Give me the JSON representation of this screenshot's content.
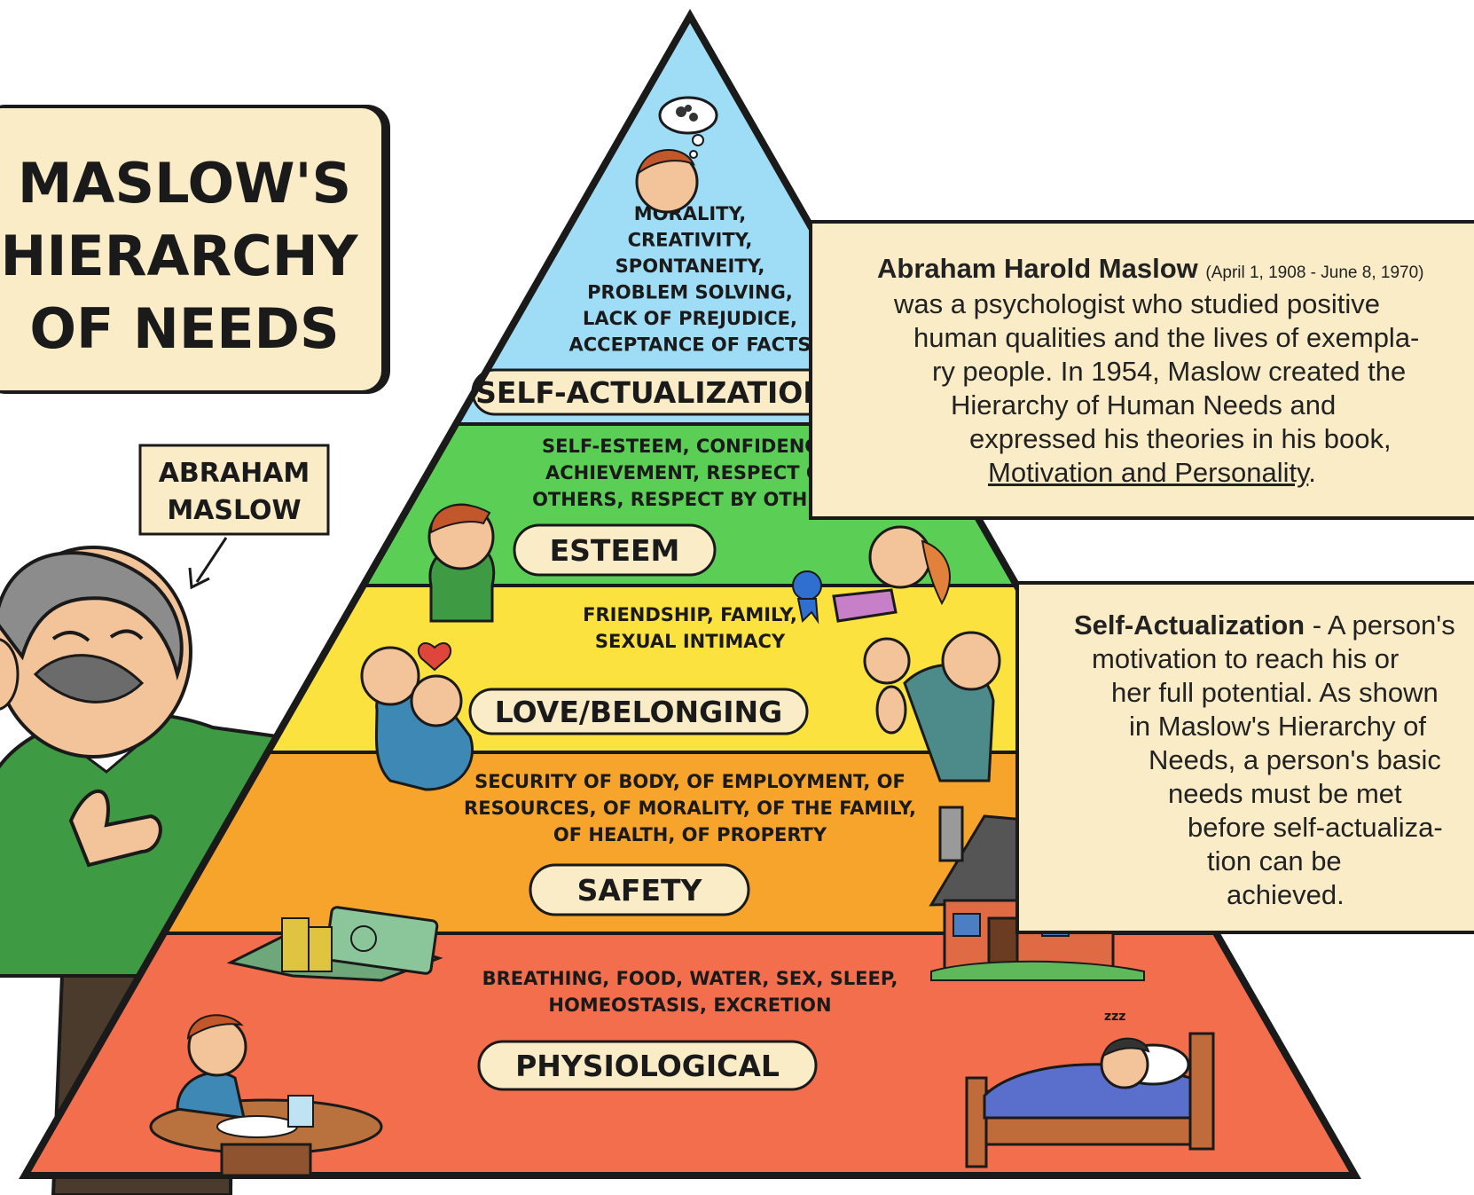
{
  "title": {
    "line1": "MASLOW'S",
    "line2": "HIERARCHY",
    "line3": "OF NEEDS"
  },
  "maslow_label": {
    "line1": "ABRAHAM",
    "line2": "MASLOW"
  },
  "levels": [
    {
      "name": "SELF-ACTUALIZATION",
      "color": "#9fdcf5",
      "needs": [
        "MORALITY,",
        "CREATIVITY,",
        "SPONTANEITY,",
        "PROBLEM SOLVING,",
        "LACK OF PREJUDICE,",
        "ACCEPTANCE OF FACTS"
      ]
    },
    {
      "name": "ESTEEM",
      "color": "#5bcf55",
      "needs": [
        "SELF-ESTEEM, CONFIDENCE,",
        "ACHIEVEMENT, RESPECT OF",
        "OTHERS, RESPECT BY OTHERS"
      ]
    },
    {
      "name": "LOVE/BELONGING",
      "color": "#fbe23e",
      "needs": [
        "FRIENDSHIP, FAMILY,",
        "SEXUAL INTIMACY"
      ]
    },
    {
      "name": "SAFETY",
      "color": "#f6a42c",
      "needs": [
        "SECURITY OF BODY, OF EMPLOYMENT, OF",
        "RESOURCES, OF MORALITY, OF THE FAMILY,",
        "OF HEALTH, OF PROPERTY"
      ]
    },
    {
      "name": "PHYSIOLOGICAL",
      "color": "#f26e4c",
      "needs": [
        "BREATHING, FOOD, WATER, SEX, SLEEP,",
        "HOMEOSTASIS, EXCRETION"
      ]
    }
  ],
  "bio": {
    "name": "Abraham Harold Maslow",
    "dates": "(April 1, 1908 - June 8, 1970)",
    "lines": [
      "was a psychologist who studied positive",
      "human qualities and the lives of exempla-",
      "ry people. In 1954, Maslow created the",
      "Hierarchy of Human Needs and",
      "expressed his theories in his book,"
    ],
    "book": "Motivation and Personality",
    "book_end": "."
  },
  "self_actualization_note": {
    "term": "Self-Actualization",
    "first_line_rest": " - A person's",
    "lines": [
      "motivation to reach his or",
      "her full potential. As shown",
      "in Maslow's Hierarchy of",
      "Needs, a person's basic",
      "needs must be met",
      "before self-actualiza-",
      "tion can be",
      "achieved."
    ]
  },
  "sleep_text": "zzz"
}
